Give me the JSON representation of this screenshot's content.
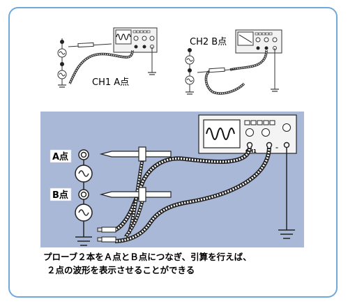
{
  "top_left": {
    "label": "CH1  A点"
  },
  "top_right": {
    "label": "CH2  B点"
  },
  "bottom": {
    "point_a_label": "A点",
    "point_b_label": "B点",
    "ch1_label": "CH1",
    "ch2_label": "–"
  },
  "caption": {
    "line1": "プローブ２本をＡ点とＢ点につなぎ、引算を行えば、",
    "line2": "２点の波形を表示させることができる"
  },
  "colors": {
    "panel": "#a9b8d6",
    "frame": "#6fa8dc"
  }
}
